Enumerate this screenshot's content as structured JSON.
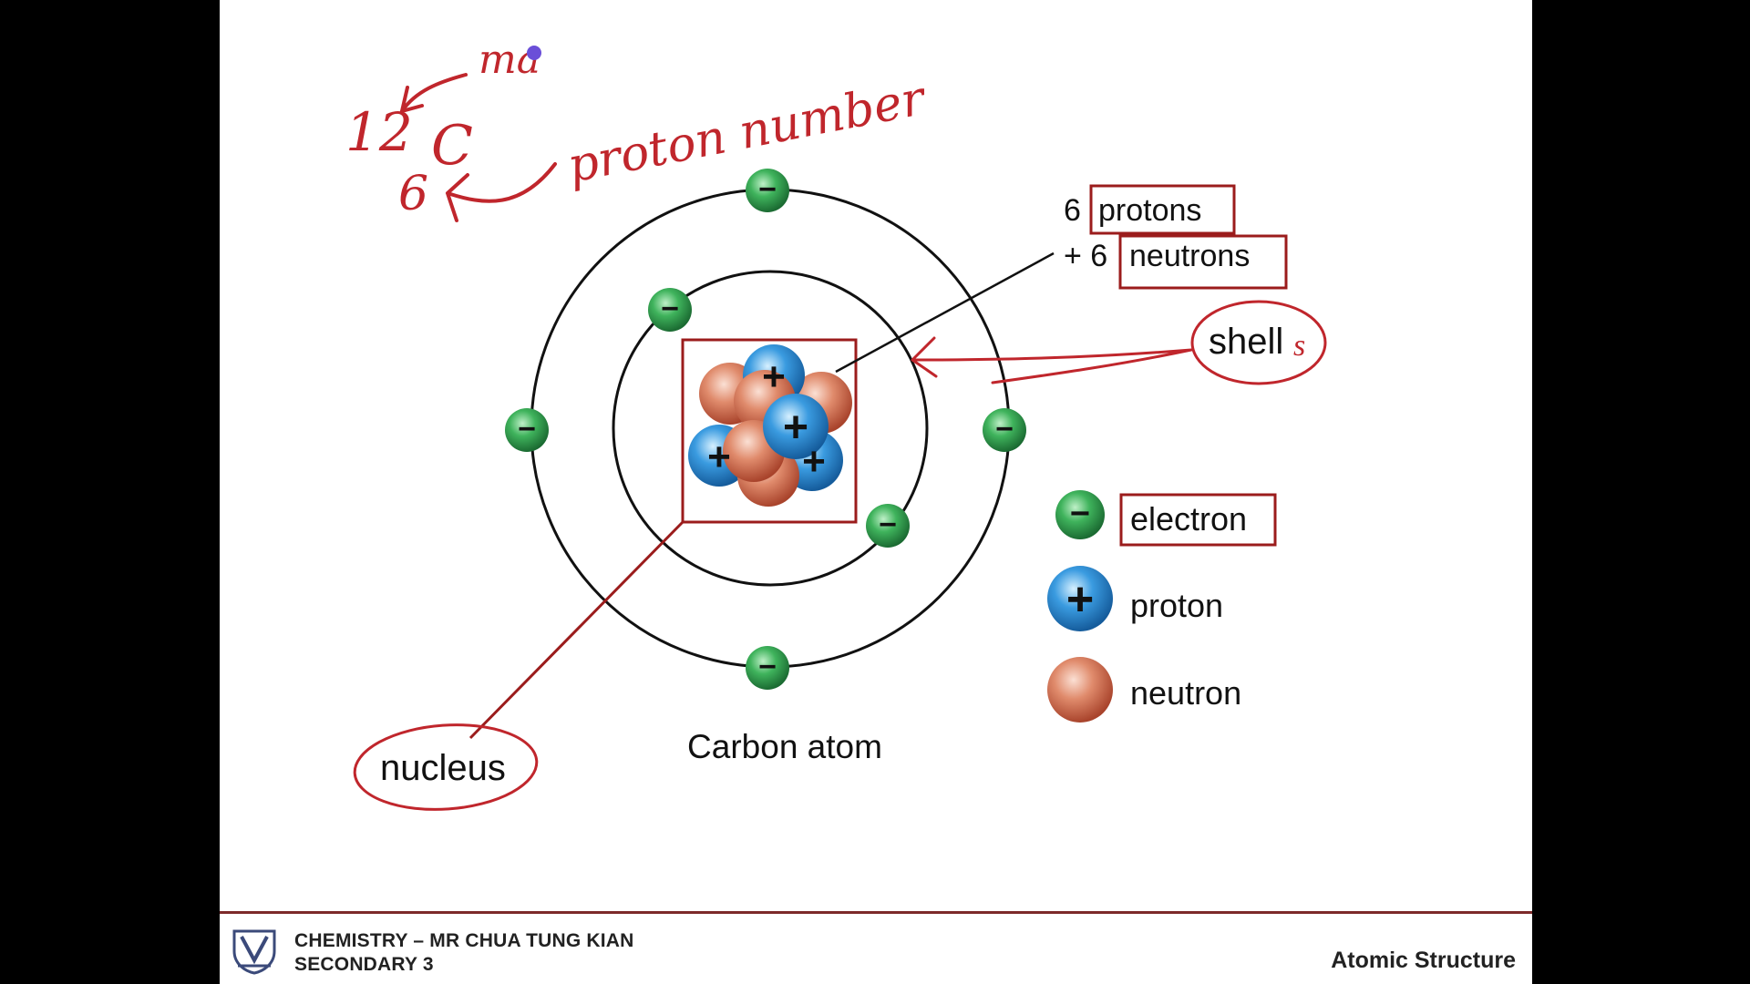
{
  "diagram": {
    "caption": "Carbon atom",
    "composition": {
      "line1_number": "6",
      "line1_label": "protons",
      "line2_number": "+ 6",
      "line2_label": "neutrons"
    },
    "labels": {
      "shell": "shell",
      "nucleus": "nucleus"
    },
    "legend": [
      {
        "label": "electron",
        "icon": "electron-icon"
      },
      {
        "label": "proton",
        "icon": "proton-icon"
      },
      {
        "label": "neutron",
        "icon": "neutron-icon"
      }
    ],
    "particle_symbols": {
      "electron": "−",
      "proton": "+"
    },
    "colors": {
      "electron": "#2e9a4e",
      "proton": "#2a8fd1",
      "neutron": "#d97a5c",
      "annotation": "#c0262c",
      "box": "#9b1c1c"
    }
  },
  "annotations": {
    "mass_number": "12",
    "atomic_number": "6",
    "element_symbol": "C",
    "mass_note": "ma",
    "proton_note": "proton number",
    "shell_plural_suffix": "s"
  },
  "footer": {
    "course_line1": "CHEMISTRY – MR CHUA TUNG KIAN",
    "course_line2": "SECONDARY 3",
    "topic": "Atomic Structure"
  }
}
